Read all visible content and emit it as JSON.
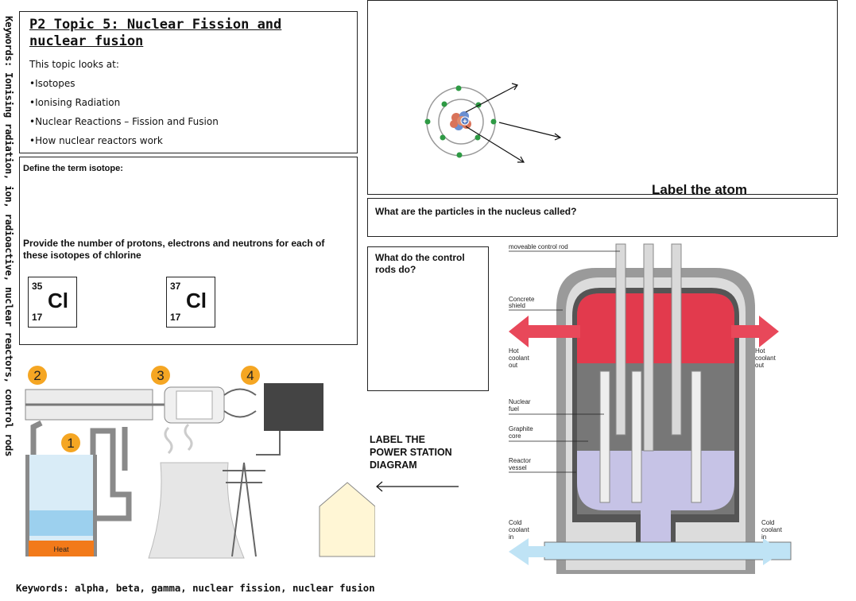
{
  "side_keywords": "Keywords: Ionising radiation, ion, radioactive, nuclear reactors, control rods",
  "bottom_keywords": "Keywords: alpha, beta, gamma, nuclear fission, nuclear fusion",
  "topic": {
    "title": "P2 Topic 5: Nuclear Fission and nuclear fusion",
    "intro": "This topic looks at:",
    "items": [
      "•Isotopes",
      "•Ionising Radiation",
      "•Nuclear Reactions – Fission and Fusion",
      "•How nuclear reactors work"
    ]
  },
  "isotope": {
    "define": "Define the term isotope:",
    "provide": "Provide the number of protons, electrons and neutrons for each of these isotopes of chlorine",
    "cl35": {
      "mass": "35",
      "symbol": "Cl",
      "number": "17"
    },
    "cl37": {
      "mass": "37",
      "symbol": "Cl",
      "number": "17"
    }
  },
  "atom": {
    "label": "Label the atom"
  },
  "questions": {
    "nucleus": "What are the particles in the nucleus called?",
    "control_rods": "What do the control rods do?"
  },
  "power_station": {
    "steps": [
      "1",
      "2",
      "3",
      "4"
    ],
    "heat": "Heat",
    "label_line1": "LABEL THE",
    "label_line2": "POWER STATION",
    "label_line3": "DIAGRAM"
  },
  "reactor": {
    "moveable_control_rod": "moveable control rod",
    "concrete_shield_1": "Concrete",
    "concrete_shield_2": "shield",
    "hot_out_1": "Hot",
    "hot_out_2": "coolant",
    "hot_out_3": "out",
    "nuclear_fuel_1": "Nuclear",
    "nuclear_fuel_2": "fuel",
    "graphite_core_1": "Graphite",
    "graphite_core_2": "core",
    "reactor_vessel_1": "Reactor",
    "reactor_vessel_2": "vessel",
    "cold_in_1": "Cold",
    "cold_in_2": "coolant",
    "cold_in_3": "in"
  }
}
